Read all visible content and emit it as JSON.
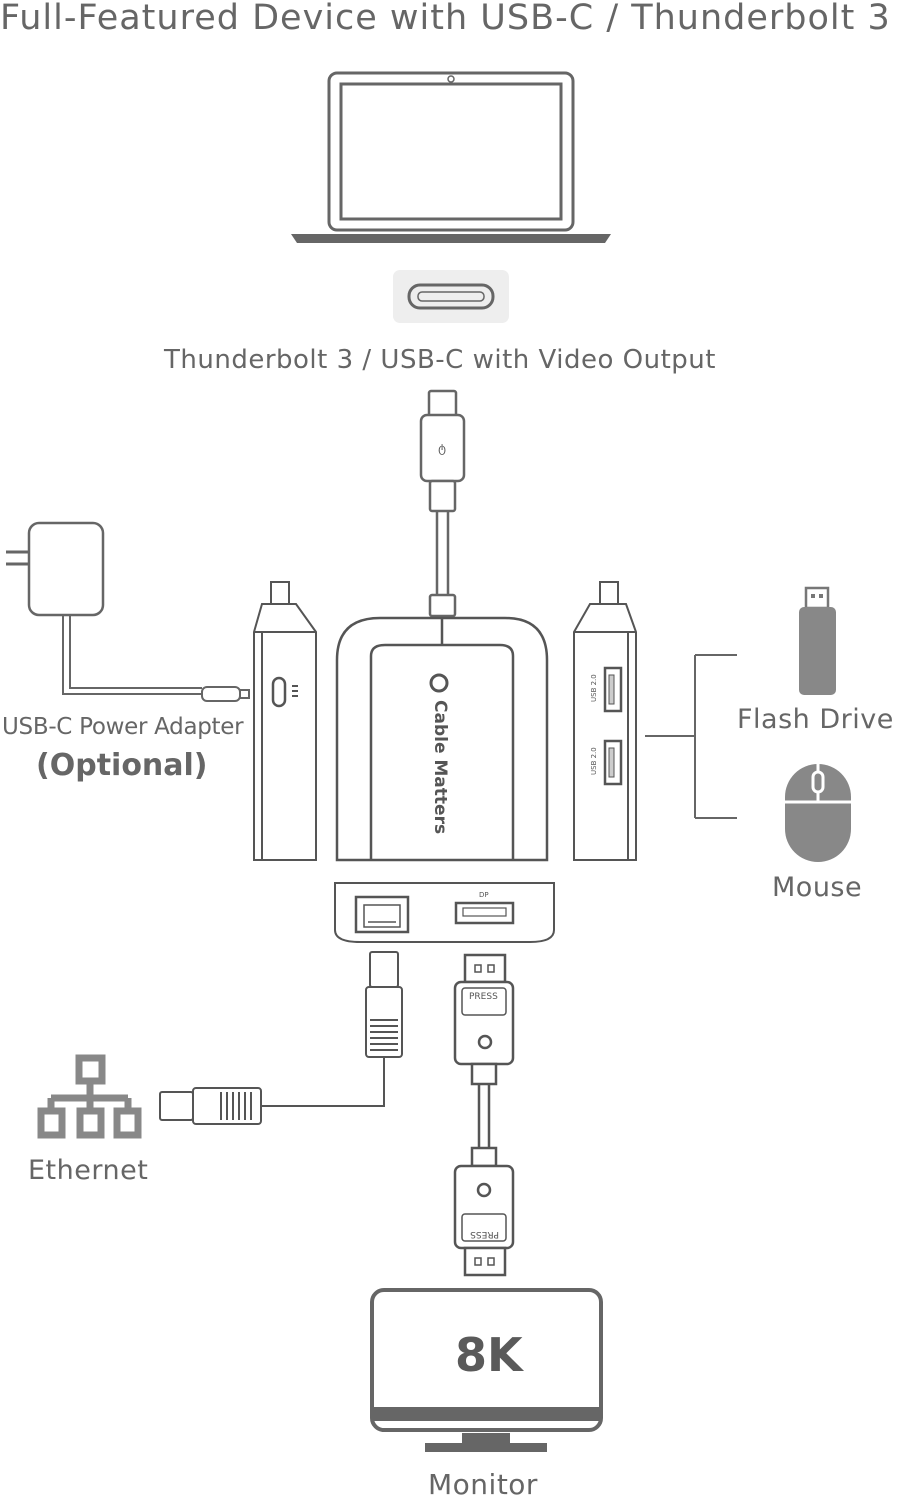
{
  "title": "Full-Featured Device with USB-C / Thunderbolt 3",
  "labels": {
    "thunderbolt_port": "Thunderbolt 3 / USB-C with Video Output",
    "power_adapter": "USB-C Power Adapter",
    "optional": "(Optional)",
    "flash_drive": "Flash Drive",
    "mouse": "Mouse",
    "ethernet": "Ethernet",
    "monitor": "Monitor",
    "monitor_resolution": "8K"
  },
  "device": {
    "brand": "Cable Matters",
    "usb_port_label": "USB 2.0",
    "dp_port_label": "DP",
    "press_label": "PRESS"
  },
  "colors": {
    "line": "#666666",
    "fill_gray": "#888888",
    "text_gray": "#666666"
  },
  "icons": [
    "laptop-icon",
    "usbc-port-icon",
    "power-adapter-icon",
    "flash-drive-icon",
    "mouse-icon",
    "ethernet-network-icon",
    "monitor-icon"
  ]
}
